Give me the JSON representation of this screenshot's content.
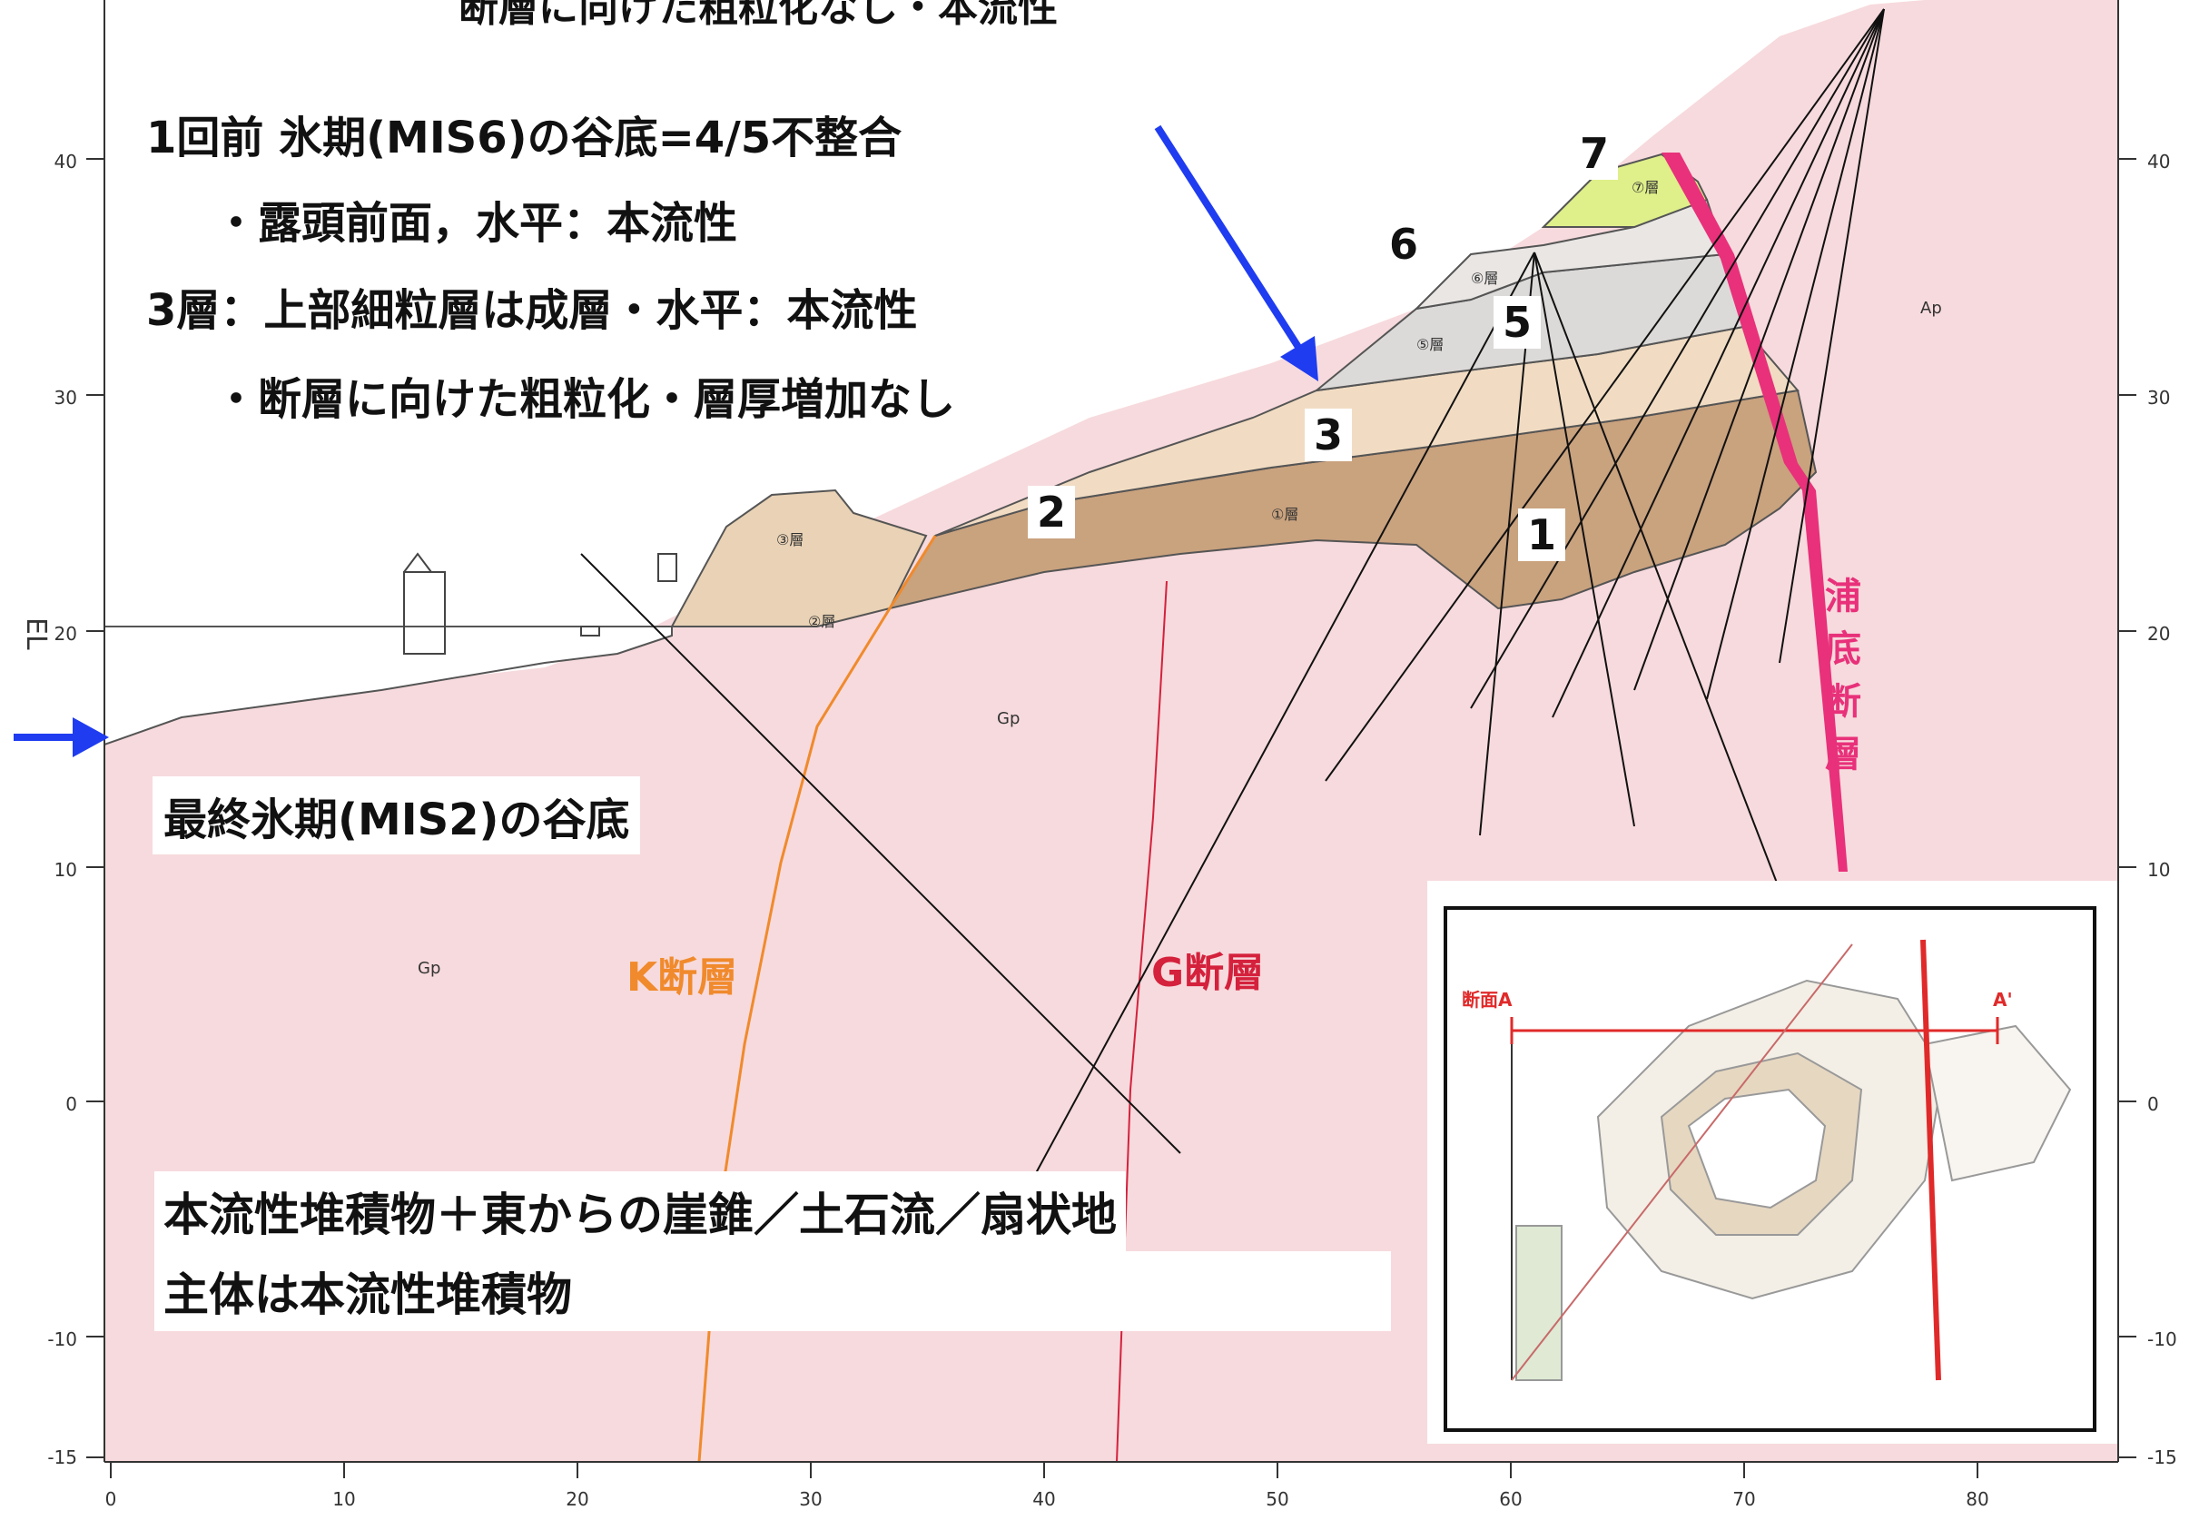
{
  "header_cut": "断層に向けた粗粒化なし・本流性",
  "y_axis_title": "EL",
  "y_ticks": [
    "40",
    "30",
    "20",
    "10",
    "0",
    "-10",
    "-15"
  ],
  "y_ticks_right": [
    "40",
    "30",
    "20",
    "10",
    "0",
    "-10",
    "-15"
  ],
  "x_ticks": [
    "0",
    "10",
    "20",
    "30",
    "40",
    "50",
    "60",
    "70",
    "80"
  ],
  "annotations": {
    "mis6_title": "1回前 氷期(MIS6)の谷底=4/5不整合",
    "mis6_bullet": "・露頭前面，水平：本流性",
    "layer3_title": "3層：上部細粒層は成層・水平：本流性",
    "layer3_bullet": "・断層に向けた粗粒化・層厚増加なし",
    "mis2": "最終氷期(MIS2)の谷底",
    "summary_line1": "本流性堆積物＋東からの崖錐／土石流／扇状地",
    "summary_line2": "主体は本流性堆積物"
  },
  "layer_numbers": {
    "n1": "1",
    "n2": "2",
    "n3": "3",
    "n5": "5",
    "n6": "6",
    "n7": "7"
  },
  "faults": {
    "k_fault": "K断層",
    "g_fault": "G断層",
    "urasoko_fault": [
      "浦",
      "底",
      "断",
      "層"
    ]
  },
  "small_labels": {
    "ap": "Ap",
    "gp_upper": "Gp",
    "gp_lower": "Gp",
    "layer1": "①層",
    "layer2": "②層",
    "layer3": "③層",
    "layer5": "⑤層",
    "layer6": "⑥層",
    "layer7": "⑦層"
  },
  "inset": {
    "section_a": "断面A",
    "section_a_prime": "A'"
  },
  "colors": {
    "bedrock": "#f7dadd",
    "layer1": "#c9a27e",
    "layer3": "#f1dcc3",
    "layer5": "#dcdad9",
    "layer6": "#e9e6e4",
    "layer7": "#dfef8a",
    "urasoko_fault": "#e8317a",
    "k_fault": "#f08a2c",
    "g_fault": "#d4213c",
    "arrow": "#1f3cf0"
  }
}
